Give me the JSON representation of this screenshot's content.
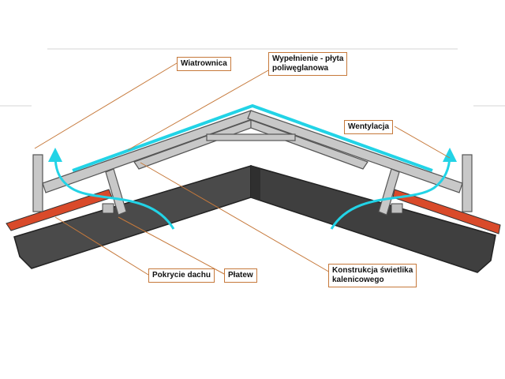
{
  "labels": {
    "wiatrownica": "Wiatrownica",
    "wypelnienie_line1": "Wypełnienie - płyta",
    "wypelnienie_line2": "poliwęglanowa",
    "wentylacja": "Wentylacja",
    "pokrycie": "Pokrycie dachu",
    "platew": "Płatew",
    "konstrukcja_line1": "Konstrukcja świetlika",
    "konstrukcja_line2": "kalenicowego"
  },
  "colors": {
    "roof_dark": "#4a4a4a",
    "roof_outline": "#222222",
    "roofing_red": "#d94a2a",
    "frame_gray": "#c8c8c8",
    "frame_outline": "#555555",
    "polycarbonate_cyan": "#22d3e6",
    "callout_border": "#c6793b",
    "leader_line": "#c6793b"
  },
  "icons": {
    "ventilation_arrow": "curved-up-arrow-icon"
  }
}
